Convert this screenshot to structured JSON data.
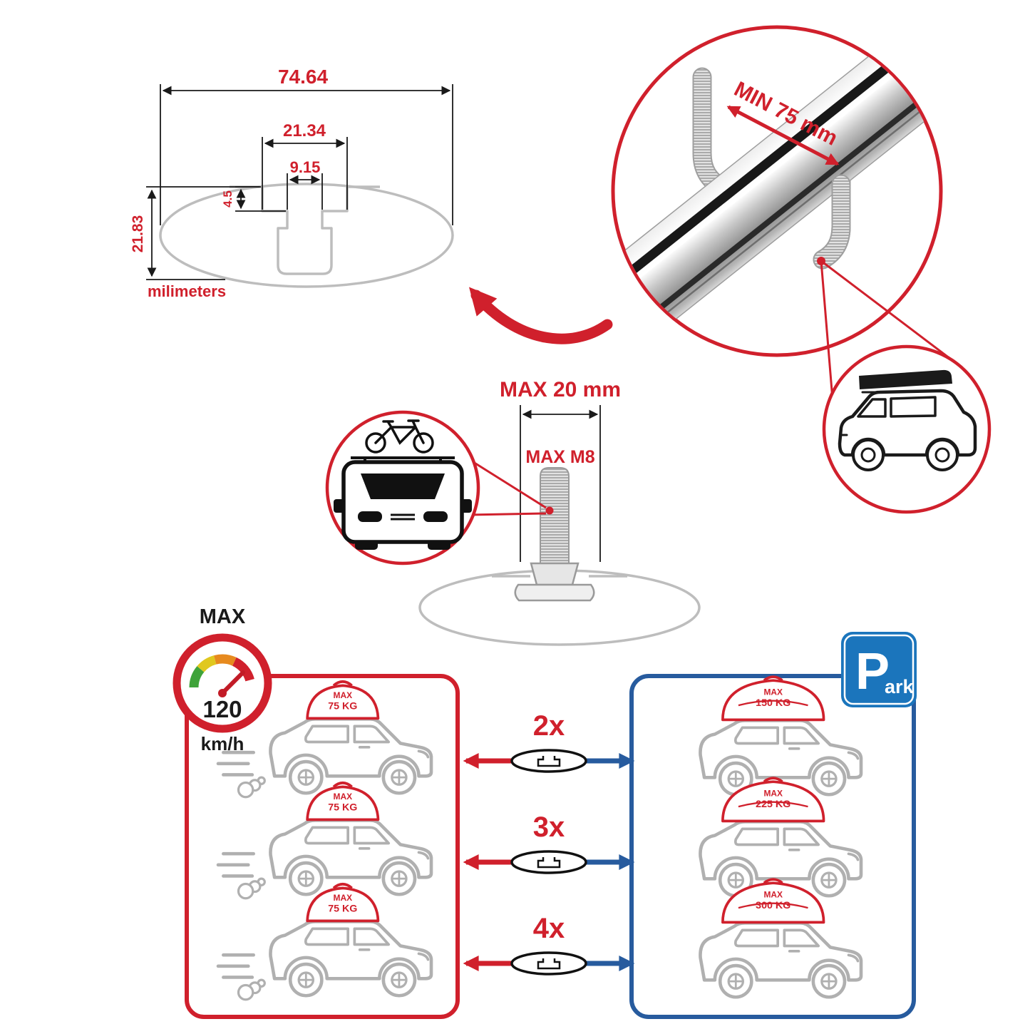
{
  "colors": {
    "accent_red": "#d0202c",
    "panel_blue": "#275b9e",
    "sign_blue": "#1b75bc",
    "line_gray": "#bdbdbd",
    "art_gray": "#b0b0b0",
    "ink_black": "#1a1a1a"
  },
  "dimension_diagram": {
    "total_width": "74.64",
    "channel_width": "21.34",
    "slot_width": "9.15",
    "slot_depth": "4.5",
    "profile_height": "21.83",
    "units": "milimeters"
  },
  "bar_callout": {
    "min_spacing": "MIN 75 mm"
  },
  "bolt_callout": {
    "max_width": "MAX 20 mm",
    "max_thread": "MAX M8"
  },
  "speedometer": {
    "label": "MAX",
    "value": "120",
    "unit": "km/h"
  },
  "park_sign": {
    "letter": "P",
    "suffix": "ark"
  },
  "comparison": {
    "rows": [
      {
        "count": "2x",
        "left": {
          "line1": "MAX",
          "line2": "75 KG"
        },
        "right": {
          "line1": "MAX",
          "line2": "150 KG"
        }
      },
      {
        "count": "3x",
        "left": {
          "line1": "MAX",
          "line2": "75 KG"
        },
        "right": {
          "line1": "MAX",
          "line2": "225 KG"
        }
      },
      {
        "count": "4x",
        "left": {
          "line1": "MAX",
          "line2": "75 KG"
        },
        "right": {
          "line1": "MAX",
          "line2": "300 KG"
        }
      }
    ]
  }
}
